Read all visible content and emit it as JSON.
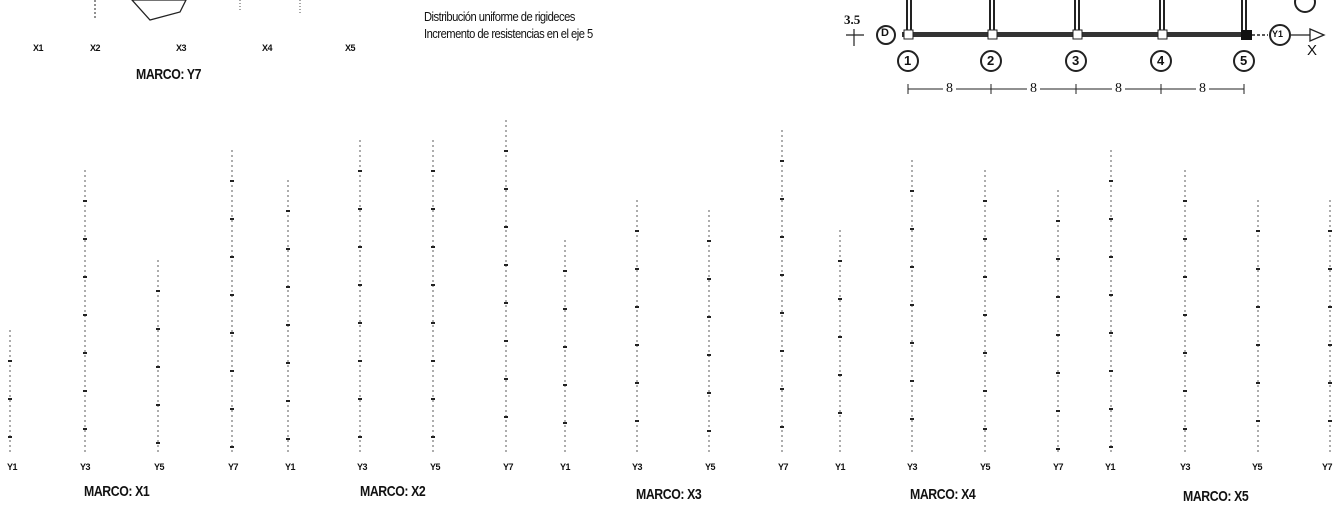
{
  "top_left": {
    "axis_labels": [
      "X1",
      "X2",
      "X3",
      "X4",
      "X5"
    ],
    "title": "MARCO: Y7"
  },
  "notes": {
    "line1": "Distribución uniforme de rigideces",
    "line2": "Incremento de resistencias en el eje 5"
  },
  "plan": {
    "dim_35": "3.5",
    "row_label": "D",
    "col_labels": [
      "1",
      "2",
      "3",
      "4",
      "5"
    ],
    "spans": [
      "8",
      "8",
      "8",
      "8"
    ],
    "y_marker": "Y1",
    "x_axis": "X"
  },
  "frames": [
    {
      "title": "MARCO: X1",
      "axes": [
        "Y1",
        "Y3",
        "Y5",
        "Y7"
      ]
    },
    {
      "title": "MARCO: X2",
      "axes": [
        "Y1",
        "Y3",
        "Y5",
        "Y7"
      ]
    },
    {
      "title": "MARCO: X3",
      "axes": [
        "Y1",
        "Y3",
        "Y5",
        "Y7"
      ]
    },
    {
      "title": "MARCO: X4",
      "axes": [
        "Y1",
        "Y3",
        "Y5",
        "Y7"
      ]
    },
    {
      "title": "MARCO: X5",
      "axes": [
        "Y1",
        "Y3",
        "Y5",
        "Y7"
      ]
    }
  ]
}
